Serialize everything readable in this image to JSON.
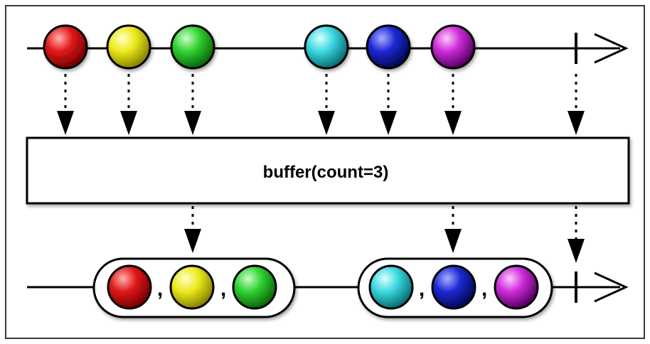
{
  "operator": {
    "label": "buffer(count=3)"
  },
  "input_stream": {
    "items": [
      {
        "color_name": "red",
        "color": "#e01818"
      },
      {
        "color_name": "yellow",
        "color": "#ecea1c"
      },
      {
        "color_name": "green",
        "color": "#32d232"
      },
      {
        "color_name": "cyan",
        "color": "#3cd8e0"
      },
      {
        "color_name": "blue",
        "color": "#1e28d4"
      },
      {
        "color_name": "magenta",
        "color": "#cc2cd8"
      }
    ],
    "completes": true
  },
  "output_stream": {
    "buffers": [
      {
        "items": [
          "red",
          "yellow",
          "green"
        ],
        "separator": ","
      },
      {
        "items": [
          "cyan",
          "blue",
          "magenta"
        ],
        "separator": ","
      }
    ],
    "completes": true
  },
  "colors": {
    "line": "#000000",
    "frame": "#3a3a3a",
    "background": "#ffffff"
  },
  "icons": [
    "marble",
    "completion-tick",
    "arrow-head",
    "dotted-down-arrow"
  ]
}
